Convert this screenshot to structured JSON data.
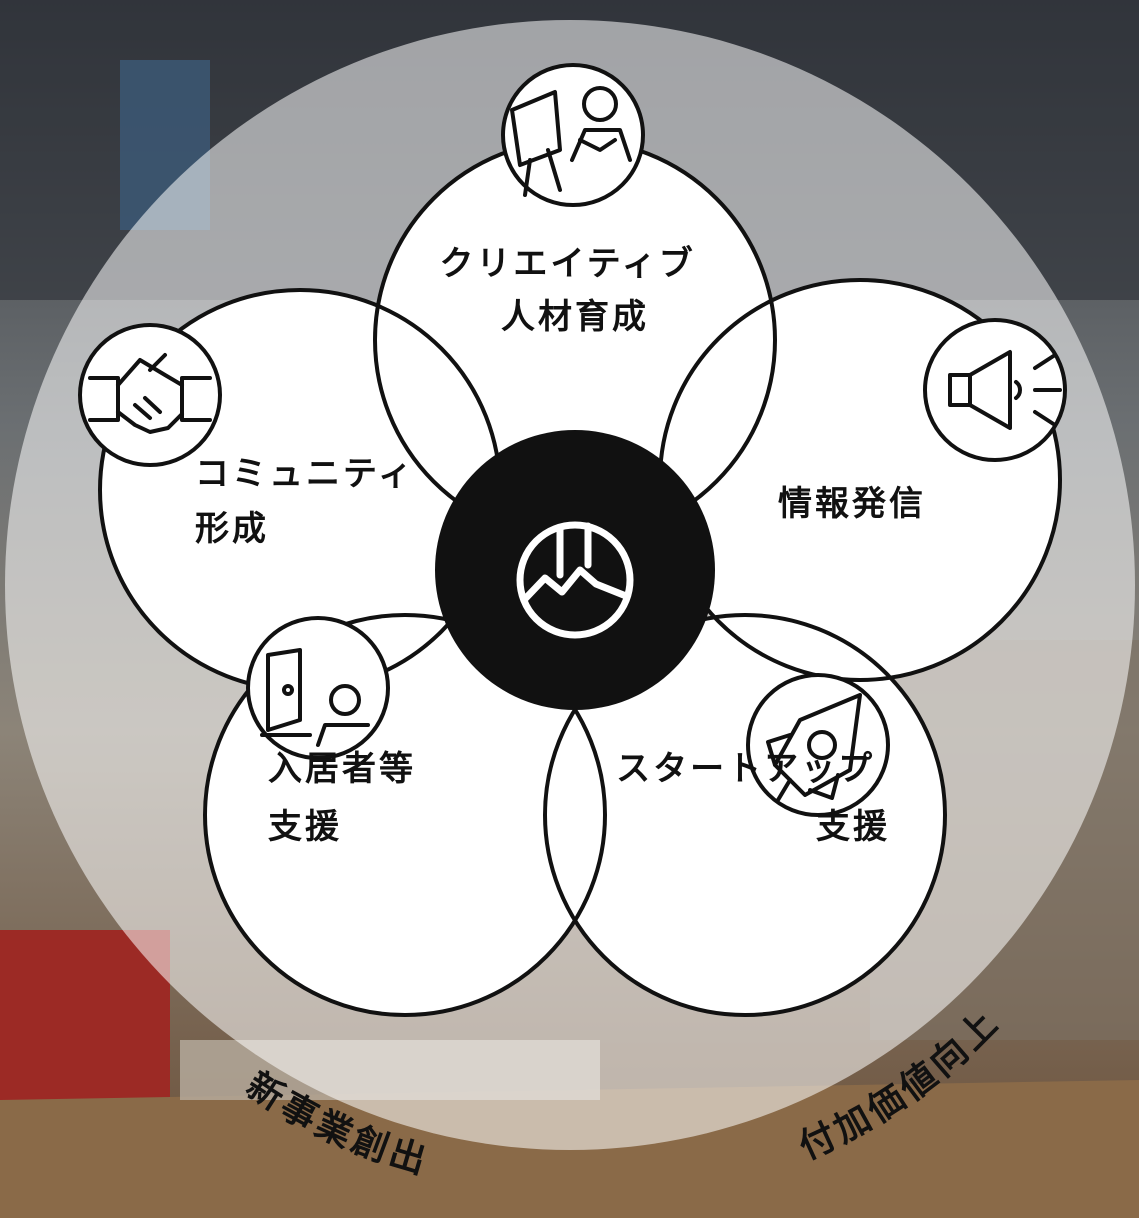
{
  "diagram": {
    "colors": {
      "ink": "#111111",
      "petal_fill": "#ffffff",
      "ring": "#ffffff",
      "center": "#111111"
    },
    "center": {
      "icon": "logo-mountain-flag-icon"
    },
    "petals": [
      {
        "key": "creative",
        "lines": [
          "クリエイティブ",
          "人材育成"
        ],
        "icon": "presenter-teaching-icon"
      },
      {
        "key": "info",
        "lines": [
          "情報発信"
        ],
        "icon": "megaphone-icon"
      },
      {
        "key": "startup",
        "lines": [
          "スタートアップ",
          "支援"
        ],
        "icon": "rocket-icon"
      },
      {
        "key": "resident",
        "lines": [
          "入居者等",
          "支援"
        ],
        "icon": "door-person-icon"
      },
      {
        "key": "community",
        "lines": [
          "コミュニティ",
          "形成"
        ],
        "icon": "handshake-icon"
      }
    ],
    "outcomes": [
      {
        "key": "left",
        "text": "新事業創出"
      },
      {
        "key": "right",
        "text": "付加価値向上"
      }
    ]
  }
}
